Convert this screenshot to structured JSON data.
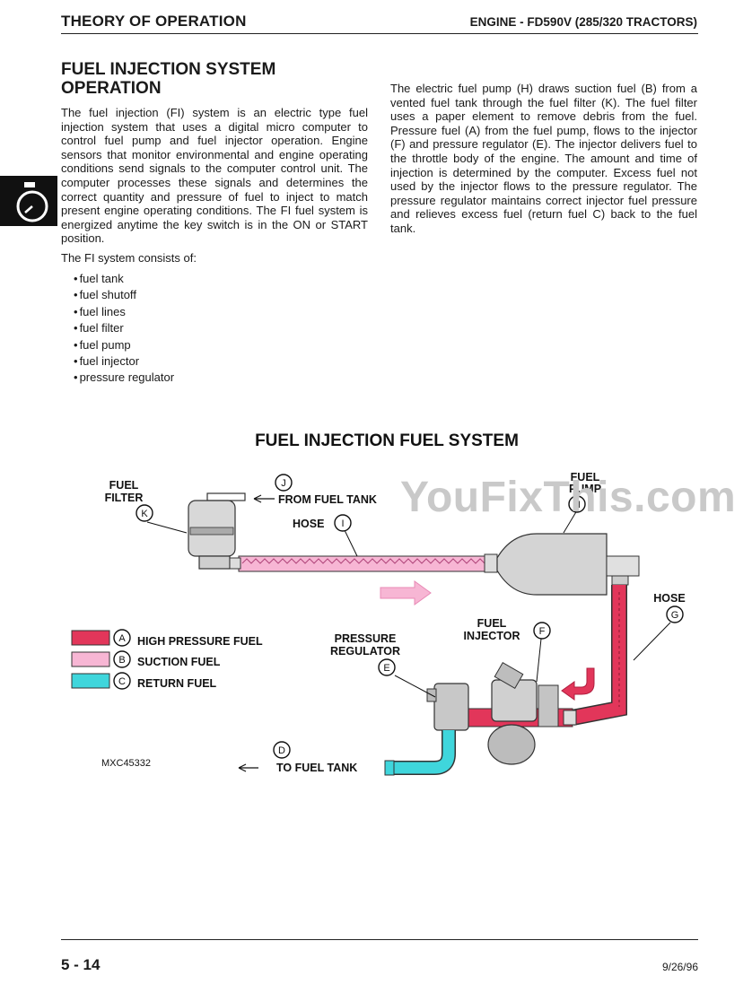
{
  "header": {
    "left": "THEORY OF OPERATION",
    "right": "ENGINE - FD590V (285/320 TRACTORS)"
  },
  "section": {
    "title_line1": "FUEL INJECTION SYSTEM",
    "title_line2": "OPERATION",
    "paragraph_left": "The fuel injection (FI) system is an electric type fuel injection system that uses a digital micro computer to control fuel pump and fuel injector operation. Engine sensors that monitor environmental and engine operating conditions send signals to the computer control unit. The computer processes these signals and determines the correct quantity and pressure of fuel to inject to match present engine operating conditions. The FI fuel system is energized anytime the key switch is in the ON or START position.",
    "consists_intro": "The FI system consists of:",
    "components": [
      "fuel tank",
      "fuel shutoff",
      "fuel lines",
      "fuel filter",
      "fuel pump",
      "fuel injector",
      "pressure regulator"
    ],
    "paragraph_right": "The electric fuel pump (H) draws suction fuel (B) from a vented fuel tank through the fuel filter (K). The fuel filter uses a paper element to remove debris from the fuel. Pressure fuel (A) from the fuel pump, flows to the injector (F) and pressure regulator (E). The injector delivers fuel to the throttle body of the engine.  The amount and time of injection is determined by the computer.  Excess fuel not used by the injector flows to the pressure regulator. The pressure regulator maintains correct injector fuel pressure and relieves excess fuel (return fuel C) back to the fuel tank."
  },
  "watermark": "YouFixThis.com",
  "diagram": {
    "title": "FUEL INJECTION FUEL SYSTEM",
    "labels": {
      "fuel_filter_1": "FUEL",
      "fuel_filter_2": "FILTER",
      "from_fuel_tank": "FROM FUEL TANK",
      "hose_i": "HOSE",
      "fuel_pump_1": "FUEL",
      "fuel_pump_2": "PUMP",
      "hose_g": "HOSE",
      "fuel_injector_1": "FUEL",
      "fuel_injector_2": "INJECTOR",
      "pressure_regulator_1": "PRESSURE",
      "pressure_regulator_2": "REGULATOR",
      "to_fuel_tank": "TO FUEL TANK",
      "figure_id": "MXC45332"
    },
    "callouts": {
      "j": "J",
      "k": "K",
      "i": "I",
      "h": "H",
      "g": "G",
      "f": "F",
      "e": "E",
      "d": "D"
    },
    "legend": [
      {
        "letter": "A",
        "label": "HIGH PRESSURE FUEL",
        "color": "#e2365a"
      },
      {
        "letter": "B",
        "label": "SUCTION FUEL",
        "color": "#f7b6d4"
      },
      {
        "letter": "C",
        "label": "RETURN FUEL",
        "color": "#3fd6dc"
      }
    ]
  },
  "footer": {
    "page": "5 - 14",
    "date": "9/26/96"
  }
}
